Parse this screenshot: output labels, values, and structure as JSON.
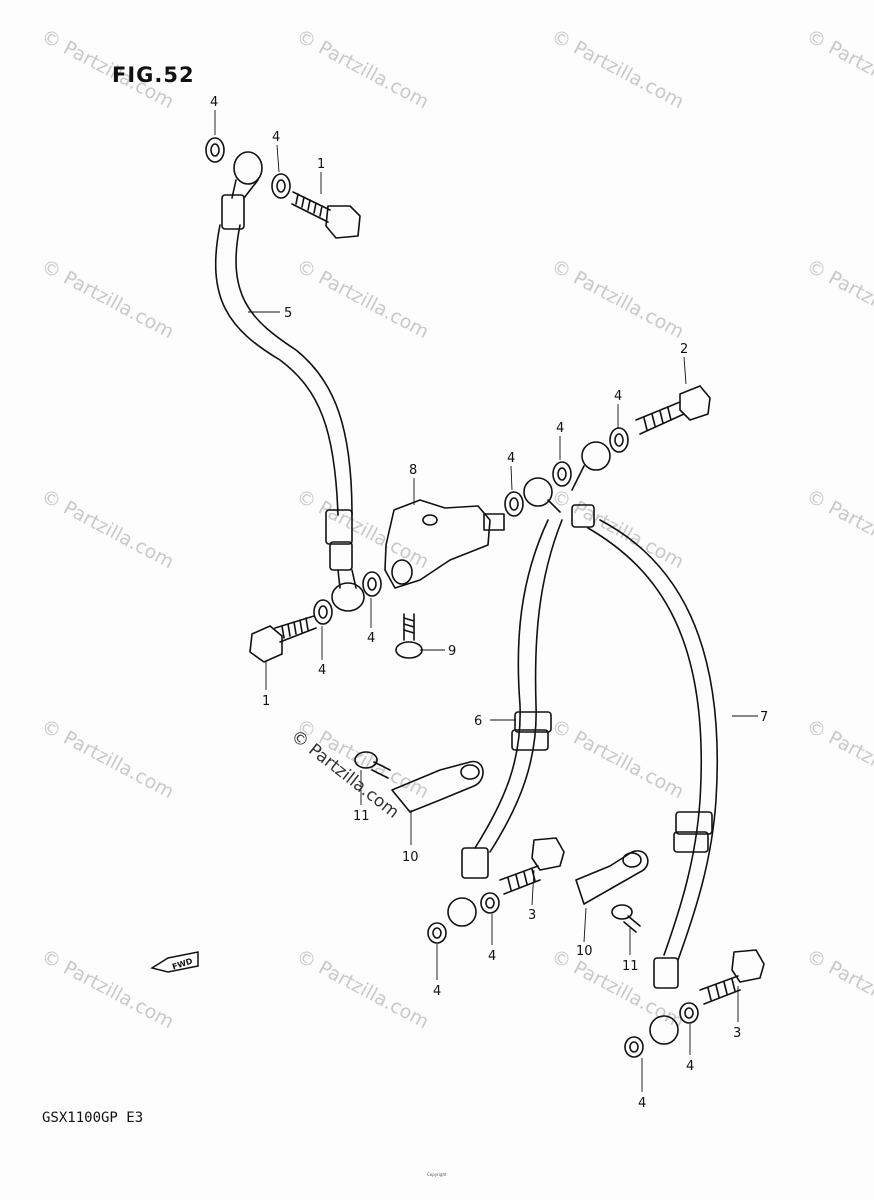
{
  "figure": {
    "label": "FIG.52",
    "model_code": "GSX1100GP E3"
  },
  "direction_marker": {
    "label": "FWD"
  },
  "watermark": {
    "text": "© Partzilla.com",
    "inline_text": "© Partzilla.com",
    "footer_text": "Copyright"
  },
  "callouts": {
    "c1_top": "1",
    "c1_bottom": "1",
    "c2": "2",
    "c3_left": "3",
    "c3_right": "3",
    "c4_a": "4",
    "c4_b": "4",
    "c4_c": "4",
    "c4_d": "4",
    "c4_e": "4",
    "c4_f": "4",
    "c4_g": "4",
    "c4_h": "4",
    "c4_i": "4",
    "c4_j": "4",
    "c4_k": "4",
    "c5": "5",
    "c6": "6",
    "c7": "7",
    "c8": "8",
    "c9": "9",
    "c10_left": "10",
    "c10_right": "10",
    "c11_left": "11",
    "c11_right": "11"
  }
}
